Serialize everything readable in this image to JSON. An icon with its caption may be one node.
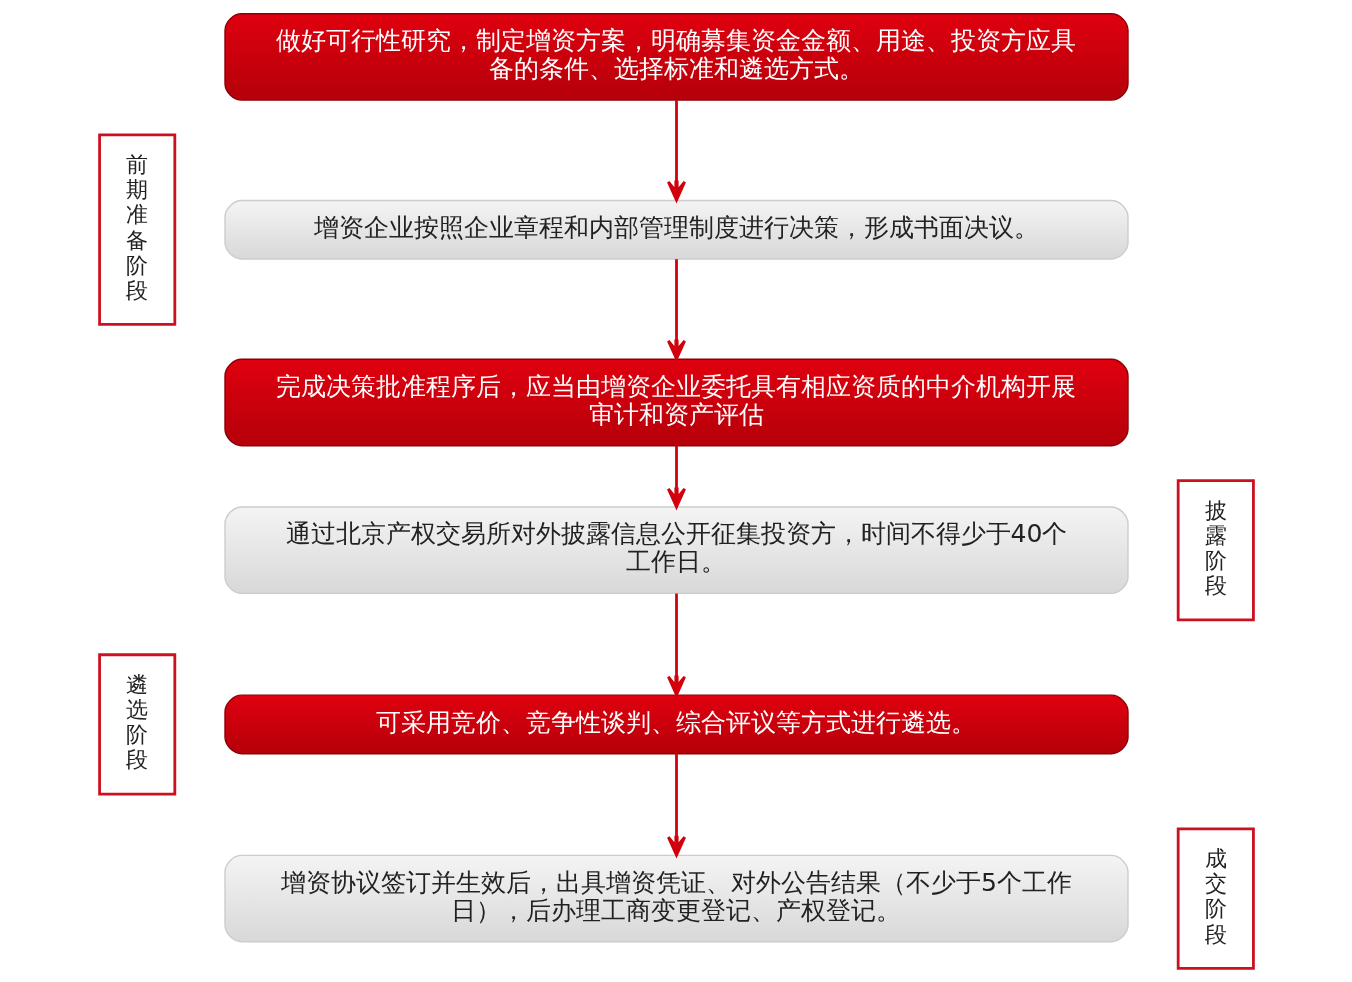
{
  "diagram": {
    "nodes": [
      {
        "text": [
          "做好可行性研究，制定增资方案，明确募集资金金额、用途、投资方应具备的条件、选择标准和遴选方式。"
        ]
      },
      {
        "text": [
          "增资企业按照企业章程和内部管理制度进行决策，形成书面决议。"
        ]
      },
      {
        "text": [
          "完成决策批准程序后，应当由增资企业委托具有相应资质的中介机构开展审计和资产评估"
        ]
      },
      {
        "text": [
          "通过北京产权交易所对外披露信息公开征集投资方，时间不得少于40个工作日。"
        ]
      },
      {
        "text": [
          "可采用竞价、竞争性谈判、综合评议等方式进行遴选。"
        ]
      },
      {
        "text": [
          "增资协议签订并生效后，出具增资凭证、对外公告结果（不少于5个工作日），后办理工商变更登记、产权登记。"
        ]
      },
      {
        "text": [
          "前期准备阶段"
        ]
      },
      {
        "text": [
          "披露阶段"
        ]
      },
      {
        "text": [
          "遴选阶段"
        ]
      },
      {
        "text": [
          "成交阶段"
        ]
      }
    ],
    "edges": [
      {
        "from": 0,
        "to": 1,
        "arrow": "to"
      },
      {
        "from": 1,
        "to": 2,
        "arrow": "to"
      },
      {
        "from": 2,
        "to": 3,
        "arrow": "to"
      },
      {
        "from": 3,
        "to": 4,
        "arrow": "to"
      },
      {
        "from": 4,
        "to": 5,
        "arrow": "to"
      }
    ]
  }
}
